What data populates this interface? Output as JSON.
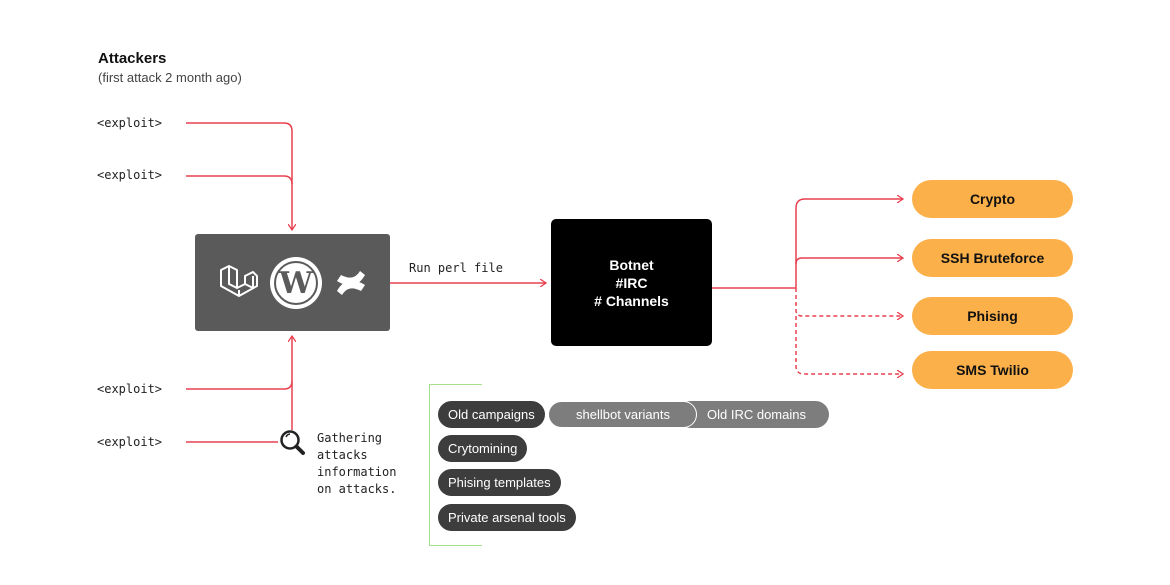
{
  "header": {
    "title": "Attackers",
    "subtitle": "(first attack 2 month ago)"
  },
  "exploits": [
    "<exploit>",
    "<exploit>",
    "<exploit>",
    "<exploit>"
  ],
  "cms": {
    "icons": [
      "laravel-icon",
      "wordpress-icon",
      "confluence-icon"
    ]
  },
  "edge_label": "Run perl file",
  "botnet": {
    "lines": [
      "Botnet",
      "#IRC",
      "# Channels"
    ]
  },
  "targets": [
    "Crypto",
    "SSH Bruteforce",
    "Phising",
    "SMS Twilio"
  ],
  "gathering": {
    "lines": [
      "Gathering",
      "attacks",
      "information",
      "on attacks."
    ],
    "icon": "magnifier-icon"
  },
  "info_tags": {
    "row1": [
      "Old campaigns",
      "shellbot variants",
      "Old IRC domains"
    ],
    "others": [
      "Crytomining",
      "Phising templates",
      "Private arsenal tools"
    ]
  },
  "colors": {
    "wire": "#e8404f",
    "target": "#fbb04a",
    "box_gray": "#5a5a5a",
    "botnet": "#000000",
    "bracket": "#a6e08a"
  }
}
